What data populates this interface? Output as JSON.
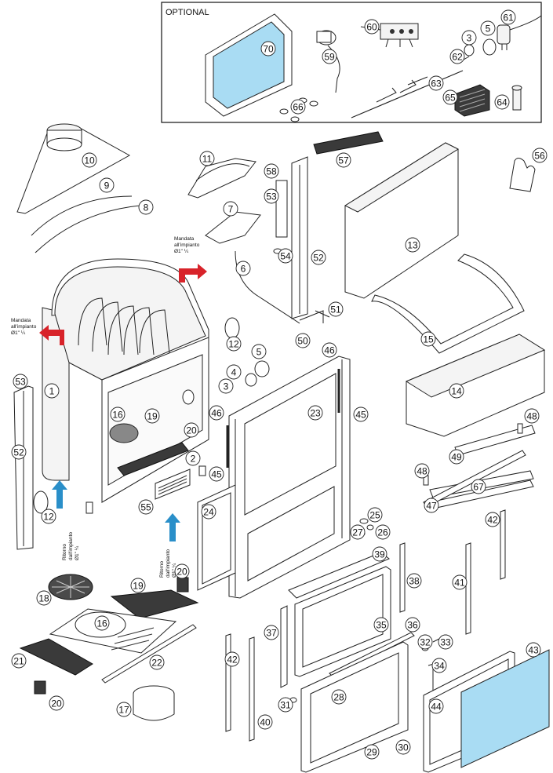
{
  "optional_box": {
    "title": "OPTIONAL"
  },
  "colors": {
    "glass": "#a9dcf3",
    "flow_supply_arrow": "#d8232a",
    "flow_return_arrow": "#2a8fc9",
    "outline": "#222222"
  },
  "flow_labels": {
    "supply_right": [
      "Mandata",
      "all'impianto",
      "Ø1\" ¼"
    ],
    "supply_left": [
      "Mandata",
      "all'impianto",
      "Ø1\" ¼"
    ],
    "return_left": [
      "Ritorno",
      "dall'impianto",
      "Ø1\" ¼"
    ],
    "return_right": [
      "Ritorno",
      "dall'impianto",
      "Ø1\" ¼"
    ]
  },
  "parts": {
    "p1": "1",
    "p2": "2",
    "p3a": "3",
    "p3b": "3",
    "p4": "4",
    "p5a": "5",
    "p5b": "5",
    "p6": "6",
    "p7": "7",
    "p8": "8",
    "p9": "9",
    "p10": "10",
    "p11": "11",
    "p12a": "12",
    "p12b": "12",
    "p13": "13",
    "p14": "14",
    "p15": "15",
    "p16a": "16",
    "p16b": "16",
    "p17": "17",
    "p18": "18",
    "p19a": "19",
    "p19b": "19",
    "p20a": "20",
    "p20b": "20",
    "p20c": "20",
    "p21": "21",
    "p22": "22",
    "p23": "23",
    "p24": "24",
    "p25": "25",
    "p26": "26",
    "p27": "27",
    "p28": "28",
    "p29": "29",
    "p30": "30",
    "p31": "31",
    "p32": "32",
    "p33": "33",
    "p34": "34",
    "p35": "35",
    "p36": "36",
    "p37": "37",
    "p38": "38",
    "p39": "39",
    "p40": "40",
    "p41": "41",
    "p42a": "42",
    "p42b": "42",
    "p43": "43",
    "p44": "44",
    "p45a": "45",
    "p45b": "45",
    "p46a": "46",
    "p46b": "46",
    "p47": "47",
    "p48a": "48",
    "p48b": "48",
    "p49": "49",
    "p50": "50",
    "p51": "51",
    "p52a": "52",
    "p52b": "52",
    "p53a": "53",
    "p53b": "53",
    "p54": "54",
    "p55": "55",
    "p56": "56",
    "p57": "57",
    "p58": "58",
    "p59": "59",
    "p60": "60",
    "p61": "61",
    "p62": "62",
    "p63": "63",
    "p64": "64",
    "p65": "65",
    "p66": "66",
    "p67": "67",
    "p70": "70"
  }
}
